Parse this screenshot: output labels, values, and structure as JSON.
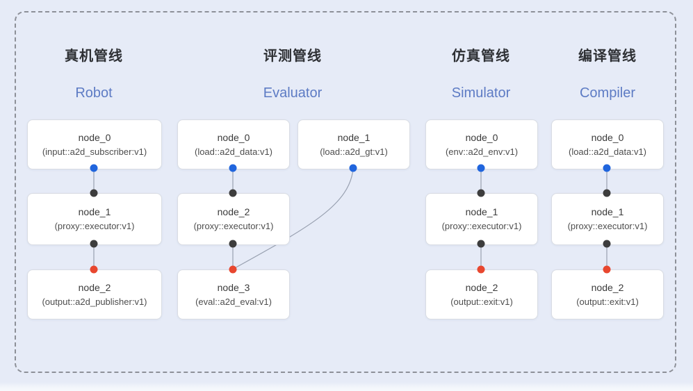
{
  "colors": {
    "port_out_blue": "#2065dd",
    "port_in_dark": "#3d3d3d",
    "port_final_red": "#e8472f",
    "edge_gray": "#98a0b0",
    "subtitle_blue": "#5d7bc4",
    "background": "#e6ebf7"
  },
  "pipelines": [
    {
      "id": "robot",
      "title_zh": "真机管线",
      "title_en": "Robot",
      "nodes": [
        {
          "name": "node_0",
          "type": "(input::a2d_subscriber:v1)"
        },
        {
          "name": "node_1",
          "type": "(proxy::executor:v1)"
        },
        {
          "name": "node_2",
          "type": "(output::a2d_publisher:v1)"
        }
      ]
    },
    {
      "id": "evaluator",
      "title_zh": "评测管线",
      "title_en": "Evaluator",
      "nodes": [
        {
          "name": "node_0",
          "type": "(load::a2d_data:v1)"
        },
        {
          "name": "node_1",
          "type": "(load::a2d_gt:v1)"
        },
        {
          "name": "node_2",
          "type": "(proxy::executor:v1)"
        },
        {
          "name": "node_3",
          "type": "(eval::a2d_eval:v1)"
        }
      ]
    },
    {
      "id": "simulator",
      "title_zh": "仿真管线",
      "title_en": "Simulator",
      "nodes": [
        {
          "name": "node_0",
          "type": "(env::a2d_env:v1)"
        },
        {
          "name": "node_1",
          "type": "(proxy::executor:v1)"
        },
        {
          "name": "node_2",
          "type": "(output::exit:v1)"
        }
      ]
    },
    {
      "id": "compiler",
      "title_zh": "编译管线",
      "title_en": "Compiler",
      "nodes": [
        {
          "name": "node_0",
          "type": "(load::a2d_data:v1)"
        },
        {
          "name": "node_1",
          "type": "(proxy::executor:v1)"
        },
        {
          "name": "node_2",
          "type": "(output::exit:v1)"
        }
      ]
    }
  ]
}
